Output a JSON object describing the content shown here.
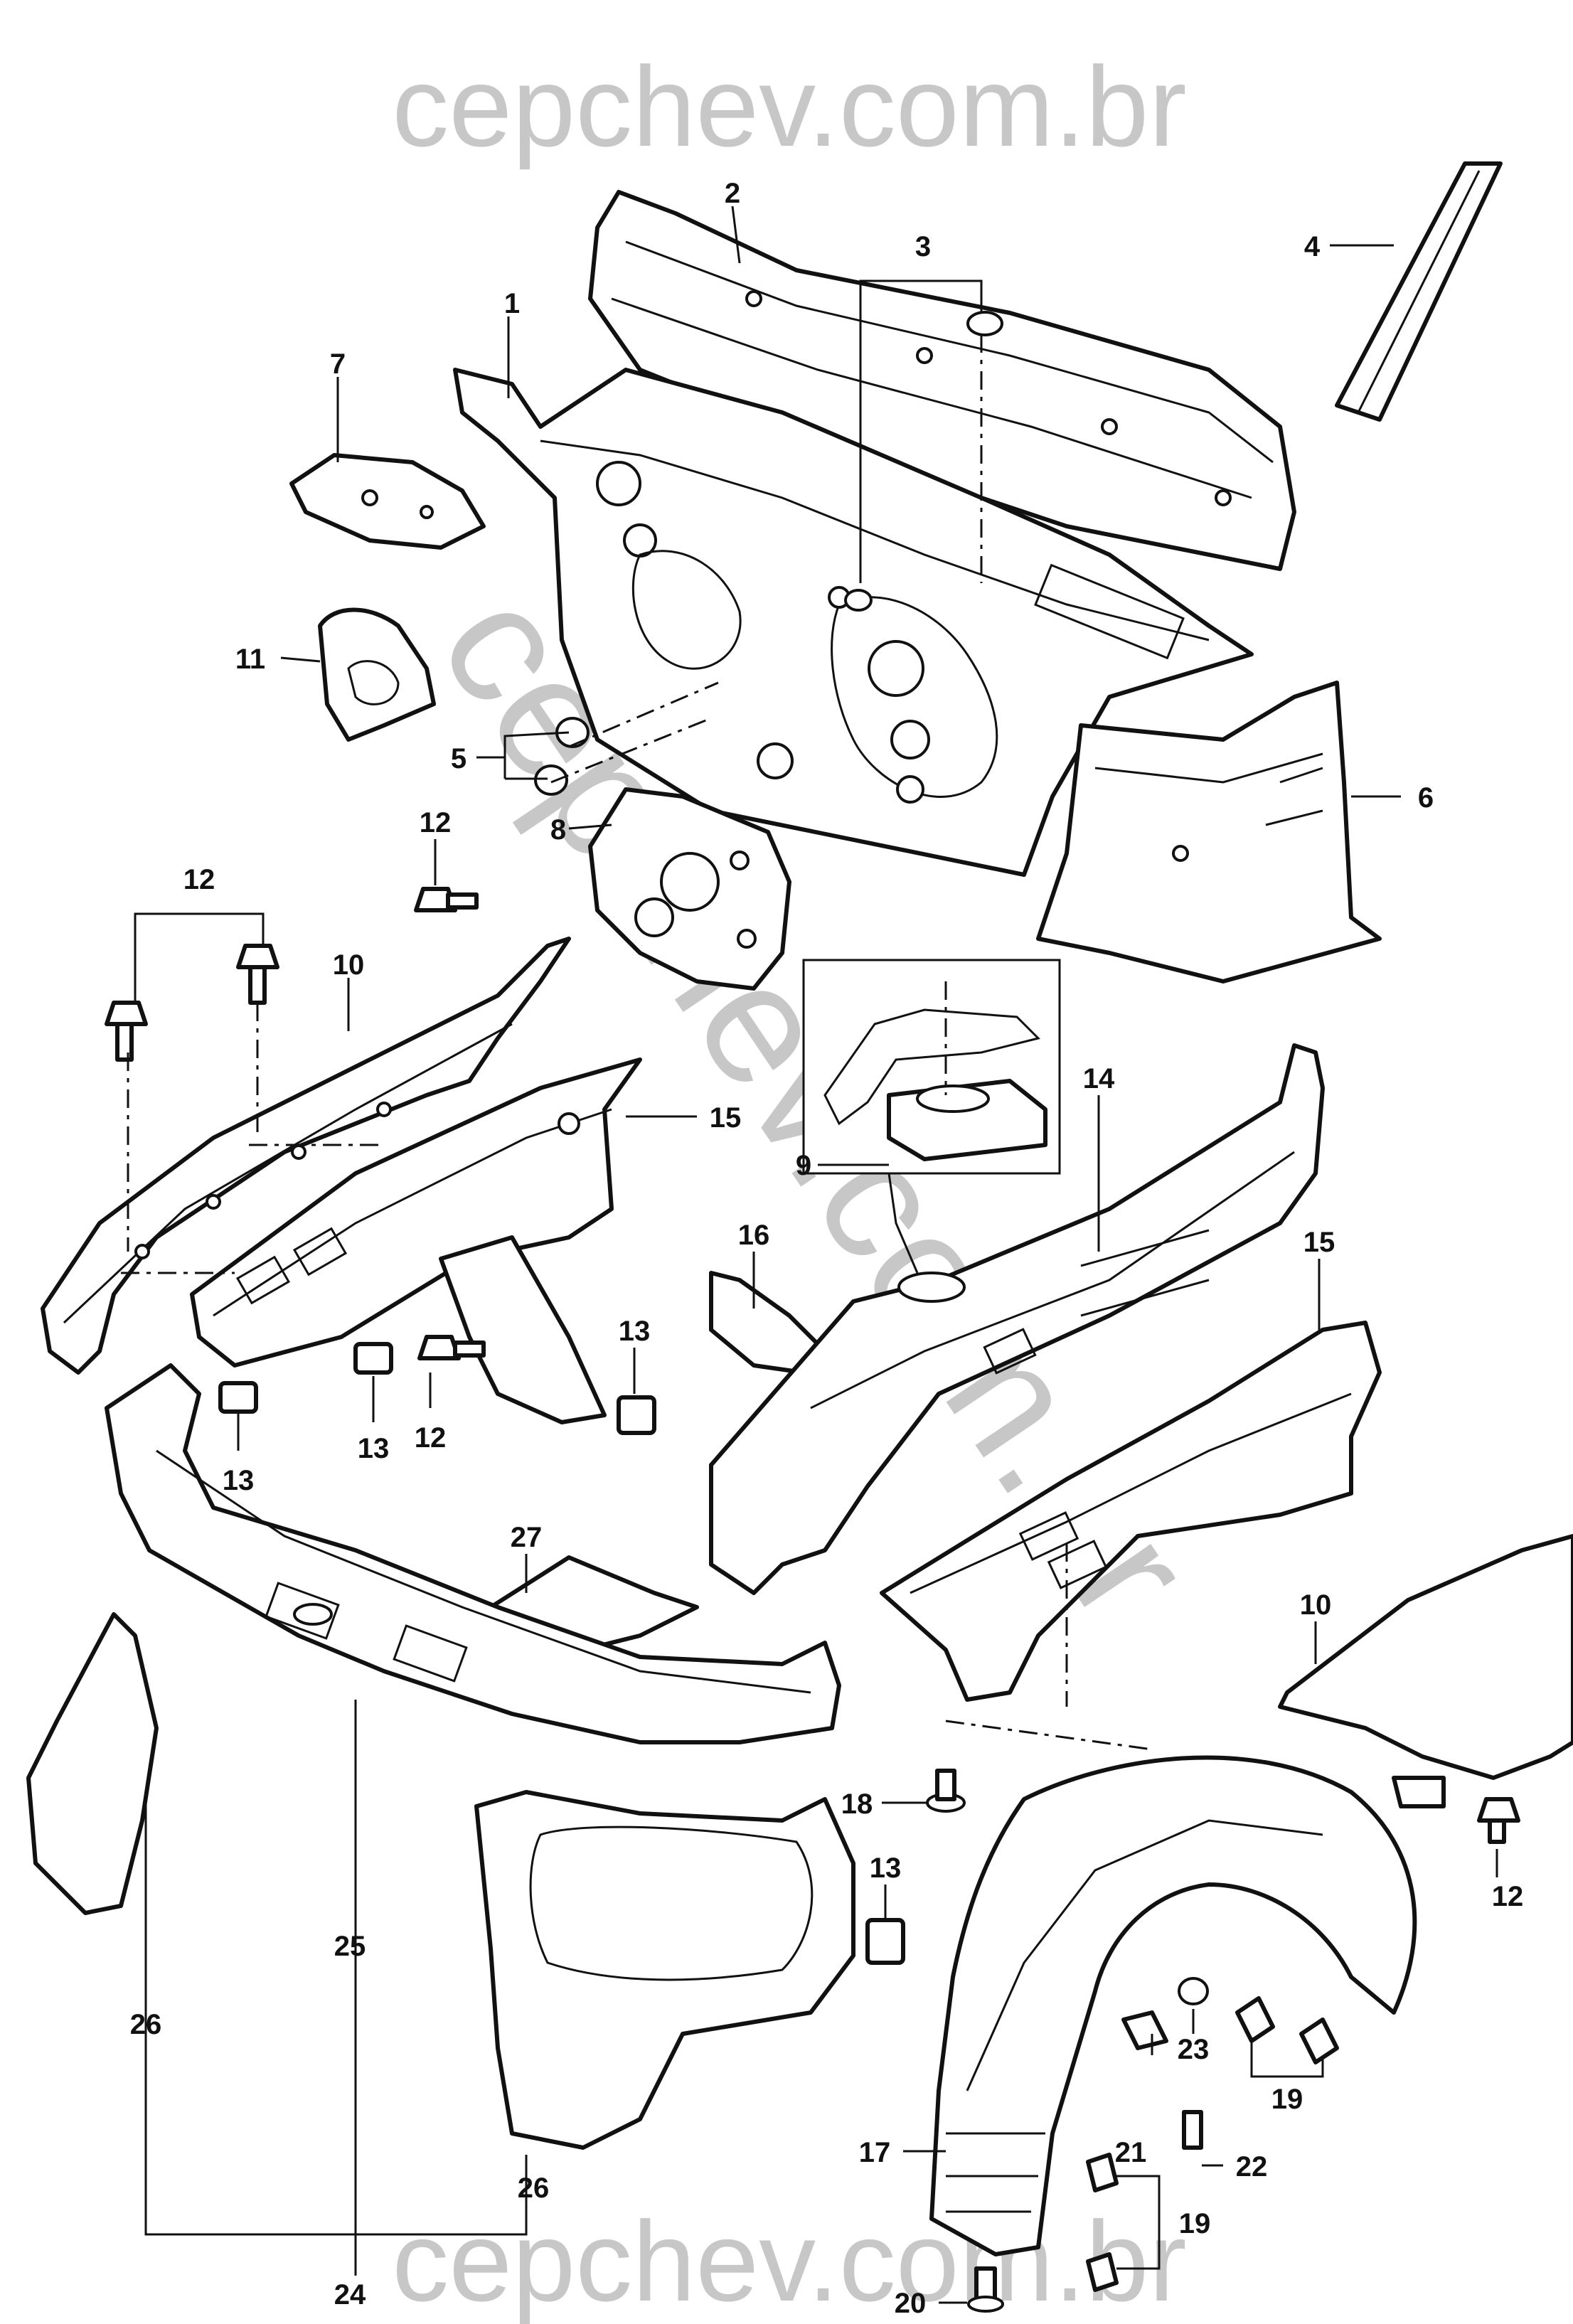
{
  "watermark": {
    "top": "cepchev.com.br",
    "diagonal": "cepchev.com.br",
    "bottom": "cepchev.com.br",
    "color": "#c7c7c7"
  },
  "diagram": {
    "callouts": [
      "1",
      "2",
      "3",
      "4",
      "5",
      "6",
      "7",
      "8",
      "9",
      "10",
      "11",
      "12",
      "12",
      "12",
      "12",
      "13",
      "13",
      "13",
      "13",
      "14",
      "15",
      "15",
      "16",
      "17",
      "18",
      "19",
      "19",
      "20",
      "21",
      "22",
      "23",
      "24",
      "25",
      "26",
      "26",
      "27",
      "10"
    ]
  },
  "icons": {
    "parts": [
      "dash-panel-icon",
      "cowl-panel-icon",
      "plug-icon",
      "weatherstrip-icon",
      "grommet-icon",
      "hinge-pillar-icon",
      "bracket-icon",
      "plate-icon",
      "strut-tower-icon",
      "fender-rail-icon",
      "cover-icon",
      "bolt-icon",
      "clip-nut-icon",
      "front-rail-icon",
      "apron-icon",
      "wheelhouse-liner-icon",
      "radiator-support-icon",
      "baffle-icon"
    ]
  }
}
